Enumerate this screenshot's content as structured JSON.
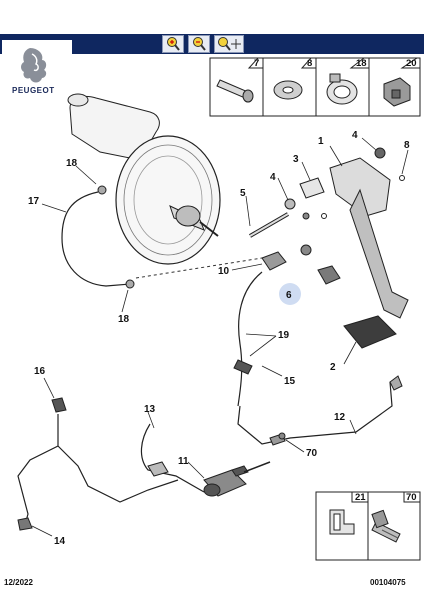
{
  "brand": {
    "name": "PEUGEOT"
  },
  "toolbar": {
    "zoom_in_icon": "zoom-in-icon",
    "zoom_out_icon": "zoom-out-icon",
    "zoom_move_icon": "zoom-pan-icon"
  },
  "header_parts": [
    {
      "label": "7"
    },
    {
      "label": "8"
    },
    {
      "label": "18"
    },
    {
      "label": "20"
    }
  ],
  "callouts": {
    "c1": "1",
    "c2": "2",
    "c3": "3",
    "c4a": "4",
    "c4b": "4",
    "c5": "5",
    "c6": "6",
    "c8": "8",
    "c10": "10",
    "c11": "11",
    "c12": "12",
    "c13": "13",
    "c14": "14",
    "c15": "15",
    "c16": "16",
    "c17": "17",
    "c18a": "18",
    "c18b": "18",
    "c19": "19",
    "c70": "70"
  },
  "footer_parts": [
    {
      "label": "21"
    },
    {
      "label": "70"
    }
  ],
  "footer": {
    "date": "12/2022",
    "ref": "00104075"
  },
  "colors": {
    "header_bar": "#0f2760",
    "highlight": "#cfdcf2",
    "line": "#222222"
  }
}
